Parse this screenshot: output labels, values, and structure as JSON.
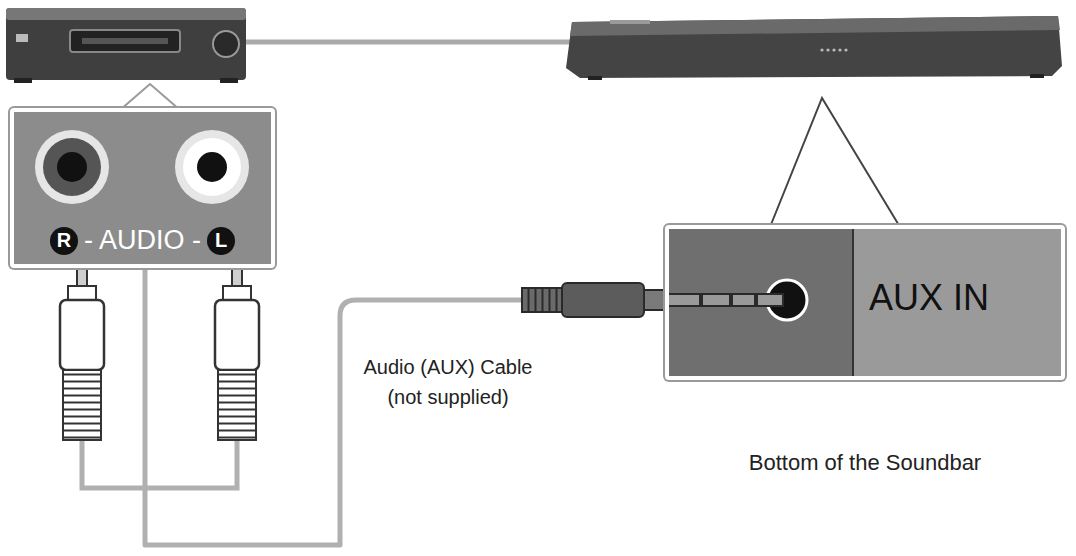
{
  "diagram": {
    "nodes": [
      {
        "text": [
          "R",
          "- AUDIO -",
          "L"
        ]
      },
      {
        "text": [
          "AUX IN"
        ]
      }
    ],
    "edges": [
      {
        "from": 0,
        "to": 1,
        "arrow": "none",
        "label": "Audio (AUX) Cable (not supplied)"
      }
    ],
    "labels": [
      "Bottom of the Soundbar"
    ]
  }
}
